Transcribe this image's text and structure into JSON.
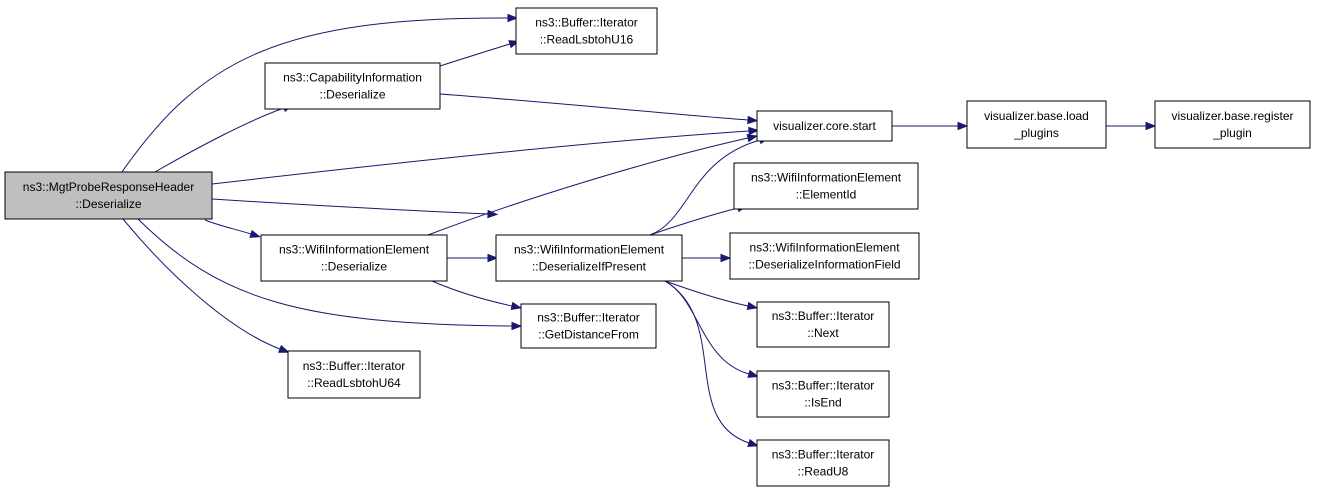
{
  "graph": {
    "root_color": "#bfbfbf",
    "edge_color": "#191970",
    "nodes": [
      {
        "id": "mgt",
        "lines": [
          "ns3::MgtProbeResponseHeader",
          "::Deserialize"
        ],
        "root": true
      },
      {
        "id": "cap",
        "lines": [
          "ns3::CapabilityInformation",
          "::Deserialize"
        ]
      },
      {
        "id": "wie_deser",
        "lines": [
          "ns3::WifiInformationElement",
          "::Deserialize"
        ]
      },
      {
        "id": "u64",
        "lines": [
          "ns3::Buffer::Iterator",
          "::ReadLsbtohU64"
        ]
      },
      {
        "id": "u16",
        "lines": [
          "ns3::Buffer::Iterator",
          "::ReadLsbtohU16"
        ]
      },
      {
        "id": "wie_dip",
        "lines": [
          "ns3::WifiInformationElement",
          "::DeserializeIfPresent"
        ]
      },
      {
        "id": "gdf",
        "lines": [
          "ns3::Buffer::Iterator",
          "::GetDistanceFrom"
        ]
      },
      {
        "id": "vcs",
        "lines": [
          "visualizer.core.start"
        ]
      },
      {
        "id": "eid",
        "lines": [
          "ns3::WifiInformationElement",
          "::ElementId"
        ]
      },
      {
        "id": "dif",
        "lines": [
          "ns3::WifiInformationElement",
          "::DeserializeInformationField"
        ]
      },
      {
        "id": "next",
        "lines": [
          "ns3::Buffer::Iterator",
          "::Next"
        ]
      },
      {
        "id": "isend",
        "lines": [
          "ns3::Buffer::Iterator",
          "::IsEnd"
        ]
      },
      {
        "id": "ru8",
        "lines": [
          "ns3::Buffer::Iterator",
          "::ReadU8"
        ]
      },
      {
        "id": "vbl",
        "lines": [
          "visualizer.base.load",
          "_plugins"
        ]
      },
      {
        "id": "vbr",
        "lines": [
          "visualizer.base.register",
          "_plugin"
        ]
      }
    ],
    "edges": [
      {
        "from": "mgt",
        "to": "u16"
      },
      {
        "from": "mgt",
        "to": "cap"
      },
      {
        "from": "mgt",
        "to": "vcs"
      },
      {
        "from": "mgt",
        "to": "wie_dip"
      },
      {
        "from": "mgt",
        "to": "wie_deser"
      },
      {
        "from": "mgt",
        "to": "gdf"
      },
      {
        "from": "mgt",
        "to": "u64"
      },
      {
        "from": "cap",
        "to": "u16"
      },
      {
        "from": "cap",
        "to": "vcs"
      },
      {
        "from": "wie_deser",
        "to": "vcs"
      },
      {
        "from": "wie_deser",
        "to": "wie_dip"
      },
      {
        "from": "wie_deser",
        "to": "gdf"
      },
      {
        "from": "wie_dip",
        "to": "vcs"
      },
      {
        "from": "wie_dip",
        "to": "eid"
      },
      {
        "from": "wie_dip",
        "to": "dif"
      },
      {
        "from": "wie_dip",
        "to": "next"
      },
      {
        "from": "wie_dip",
        "to": "isend"
      },
      {
        "from": "wie_dip",
        "to": "ru8"
      },
      {
        "from": "vcs",
        "to": "vbl"
      },
      {
        "from": "vbl",
        "to": "vbr"
      }
    ]
  }
}
